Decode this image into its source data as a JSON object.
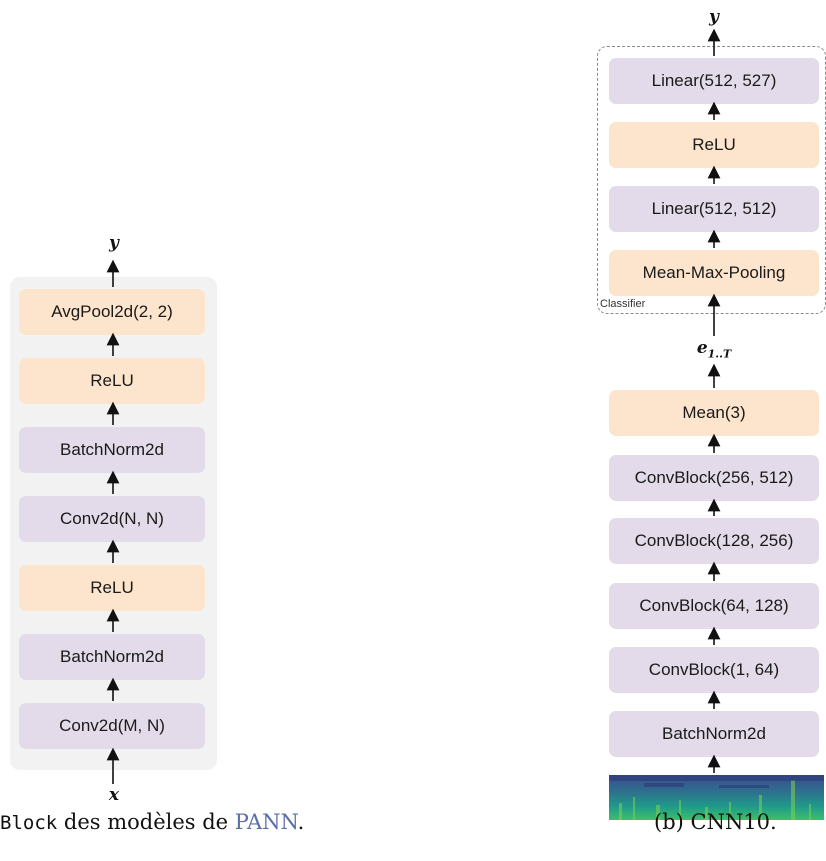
{
  "left_block": {
    "output_label": "y",
    "input_label": "x",
    "layers": [
      {
        "label": "AvgPool2d(2, 2)",
        "color": "orange"
      },
      {
        "label": "ReLU",
        "color": "orange"
      },
      {
        "label": "BatchNorm2d",
        "color": "violet"
      },
      {
        "label": "Conv2d(N, N)",
        "color": "violet"
      },
      {
        "label": "ReLU",
        "color": "orange"
      },
      {
        "label": "BatchNorm2d",
        "color": "violet"
      },
      {
        "label": "Conv2d(M, N)",
        "color": "violet"
      }
    ],
    "caption_mono": "Block",
    "caption_mid": " des modèles de ",
    "caption_link": "PANN",
    "caption_end": "."
  },
  "right_block": {
    "output_label": "y",
    "embedding_label": "e",
    "embedding_sub": "1..T",
    "classifier_label": "Classifier",
    "classifier_layers": [
      {
        "label": "Linear(512, 527)",
        "color": "violet"
      },
      {
        "label": "ReLU",
        "color": "orange"
      },
      {
        "label": "Linear(512, 512)",
        "color": "violet"
      },
      {
        "label": "Mean-Max-Pooling",
        "color": "orange"
      }
    ],
    "encoder_layers": [
      {
        "label": "Mean(3)",
        "color": "orange"
      },
      {
        "label": "ConvBlock(256, 512)",
        "color": "violet"
      },
      {
        "label": "ConvBlock(128, 256)",
        "color": "violet"
      },
      {
        "label": "ConvBlock(64, 128)",
        "color": "violet"
      },
      {
        "label": "ConvBlock(1, 64)",
        "color": "violet"
      },
      {
        "label": "BatchNorm2d",
        "color": "violet"
      }
    ],
    "caption": "(b) CNN10."
  },
  "colors": {
    "violet": "#e3dbea",
    "orange": "#fde5cd",
    "panel": "#f2f2f2"
  }
}
